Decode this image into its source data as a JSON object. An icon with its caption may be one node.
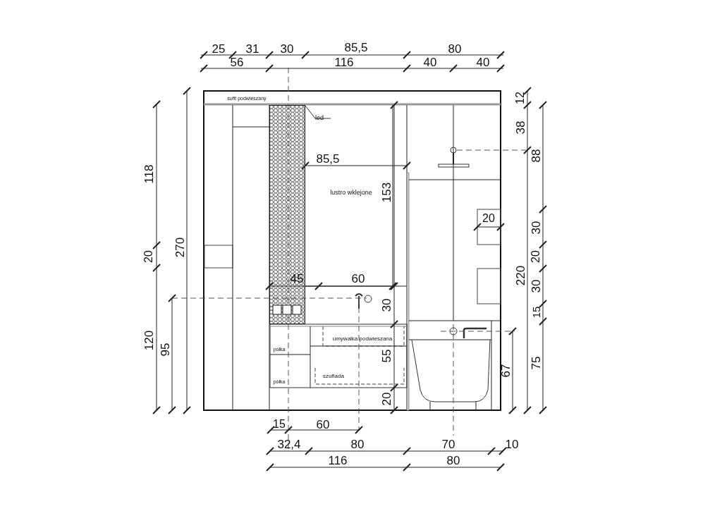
{
  "diagram": {
    "nodes": [
      {
        "text": [
          "led"
        ]
      },
      {
        "text": [],
        "shape": "box"
      }
    ],
    "edges": [
      {
        "from": 0,
        "to": 1,
        "arrow": "none"
      }
    ],
    "labels": [
      "25",
      "31",
      "30",
      "85,5",
      "80",
      "56",
      "116",
      "40",
      "40",
      "sufit podwieszany",
      "85,5",
      "lustro wklejone",
      "153",
      "20",
      "45",
      "60",
      "30",
      "umywalka podwieszana",
      "półka",
      "55",
      "szuflada",
      "półka",
      "20",
      "118",
      "20",
      "270",
      "120",
      "95",
      "12",
      "38",
      "88",
      "30",
      "20",
      "220",
      "30",
      "15",
      "67",
      "75",
      "15",
      "60",
      "32,4",
      "80",
      "70",
      "10",
      "116",
      "80"
    ]
  }
}
